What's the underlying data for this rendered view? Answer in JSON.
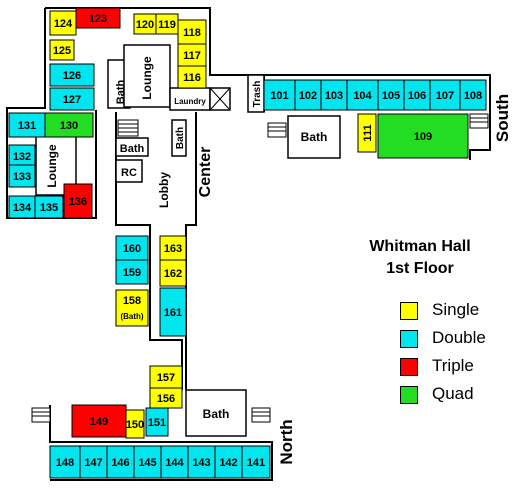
{
  "title": {
    "line1": "Whitman Hall",
    "line2": "1st Floor"
  },
  "colors": {
    "single": "#ffff00",
    "double": "#00e5ee",
    "triple": "#ff0000",
    "quad": "#22dd22",
    "wall": "#000000"
  },
  "legend": [
    {
      "label": "Single",
      "color": "#ffff00"
    },
    {
      "label": "Double",
      "color": "#00e5ee"
    },
    {
      "label": "Triple",
      "color": "#ff0000"
    },
    {
      "label": "Quad",
      "color": "#22dd22"
    }
  ],
  "wings": {
    "south": "South",
    "north": "North",
    "center": "Center"
  },
  "areas": {
    "bath": "Bath",
    "lounge": "Lounge",
    "laundry": "Laundry",
    "trash": "Trash",
    "rc": "RC",
    "lobby": "Lobby",
    "bath_note": "(Bath)"
  },
  "rooms": [
    {
      "number": "124",
      "type": "single"
    },
    {
      "number": "123",
      "type": "triple"
    },
    {
      "number": "120",
      "type": "single"
    },
    {
      "number": "119",
      "type": "single"
    },
    {
      "number": "118",
      "type": "single"
    },
    {
      "number": "117",
      "type": "single"
    },
    {
      "number": "116",
      "type": "single"
    },
    {
      "number": "125",
      "type": "single"
    },
    {
      "number": "126",
      "type": "double"
    },
    {
      "number": "127",
      "type": "double"
    },
    {
      "number": "131",
      "type": "double"
    },
    {
      "number": "130",
      "type": "quad"
    },
    {
      "number": "132",
      "type": "double"
    },
    {
      "number": "133",
      "type": "double"
    },
    {
      "number": "134",
      "type": "double"
    },
    {
      "number": "135",
      "type": "double"
    },
    {
      "number": "136",
      "type": "triple"
    },
    {
      "number": "101",
      "type": "double"
    },
    {
      "number": "102",
      "type": "double"
    },
    {
      "number": "103",
      "type": "double"
    },
    {
      "number": "104",
      "type": "double"
    },
    {
      "number": "105",
      "type": "double"
    },
    {
      "number": "106",
      "type": "double"
    },
    {
      "number": "107",
      "type": "double"
    },
    {
      "number": "108",
      "type": "double"
    },
    {
      "number": "111",
      "type": "single"
    },
    {
      "number": "109",
      "type": "quad"
    },
    {
      "number": "160",
      "type": "double"
    },
    {
      "number": "159",
      "type": "double"
    },
    {
      "number": "158",
      "type": "single"
    },
    {
      "number": "163",
      "type": "single"
    },
    {
      "number": "162",
      "type": "single"
    },
    {
      "number": "161",
      "type": "double"
    },
    {
      "number": "157",
      "type": "single"
    },
    {
      "number": "156",
      "type": "single"
    },
    {
      "number": "149",
      "type": "triple"
    },
    {
      "number": "150",
      "type": "single"
    },
    {
      "number": "151",
      "type": "double"
    },
    {
      "number": "148",
      "type": "double"
    },
    {
      "number": "147",
      "type": "double"
    },
    {
      "number": "146",
      "type": "double"
    },
    {
      "number": "145",
      "type": "double"
    },
    {
      "number": "144",
      "type": "double"
    },
    {
      "number": "143",
      "type": "double"
    },
    {
      "number": "142",
      "type": "double"
    },
    {
      "number": "141",
      "type": "double"
    }
  ]
}
